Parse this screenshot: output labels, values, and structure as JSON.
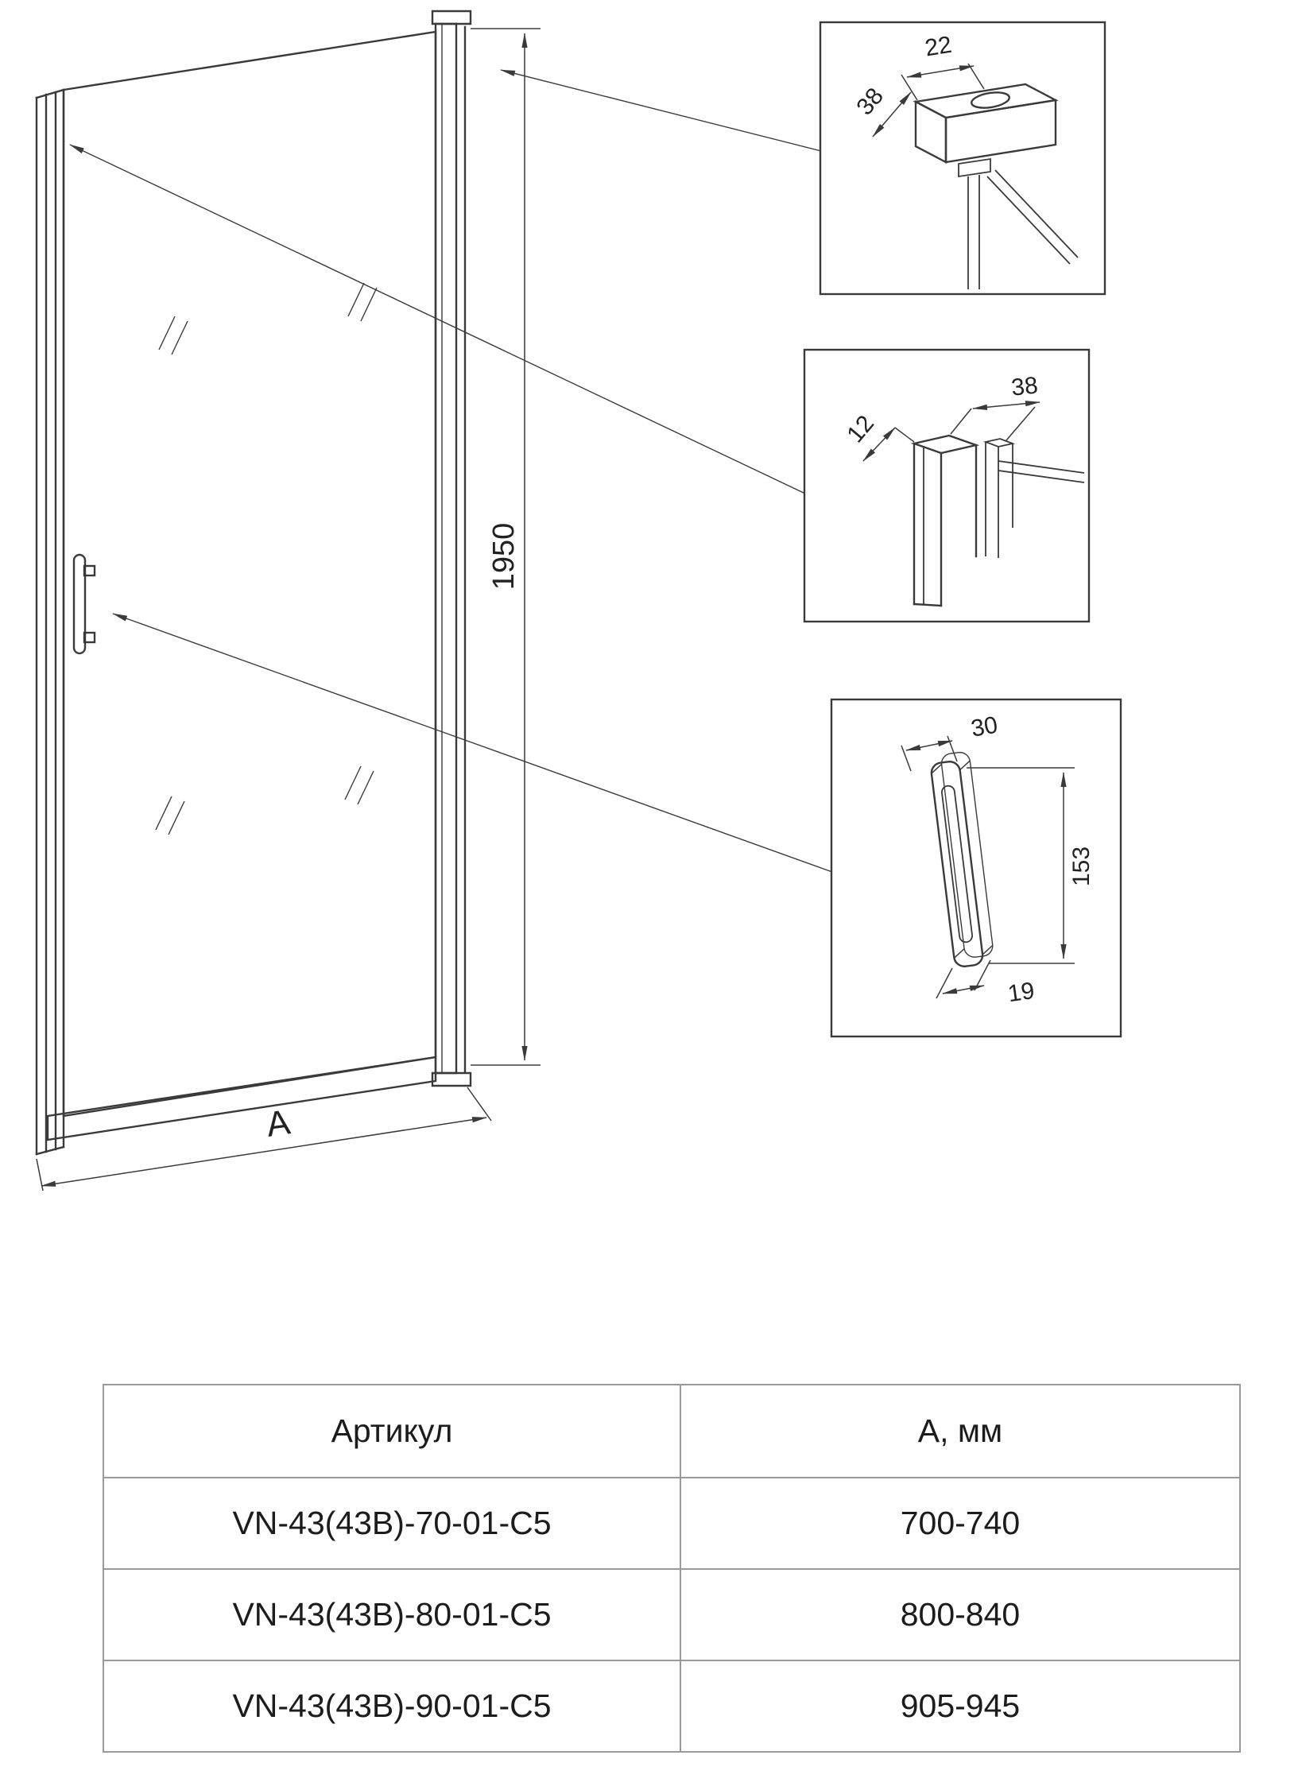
{
  "drawing": {
    "door": {
      "height_dim": "1950",
      "width_dim": "A"
    },
    "detail_top": {
      "width": "22",
      "depth": "38"
    },
    "detail_mid": {
      "width": "38",
      "depth": "12"
    },
    "detail_handle": {
      "width": "30",
      "height": "153",
      "depth": "19"
    }
  },
  "table": {
    "headers": [
      "Артикул",
      "А, мм"
    ],
    "rows": [
      {
        "article": "VN-43(43B)-70-01-C5",
        "a_mm": "700-740"
      },
      {
        "article": "VN-43(43B)-80-01-C5",
        "a_mm": "800-840"
      },
      {
        "article": "VN-43(43B)-90-01-C5",
        "a_mm": "905-945"
      }
    ]
  }
}
